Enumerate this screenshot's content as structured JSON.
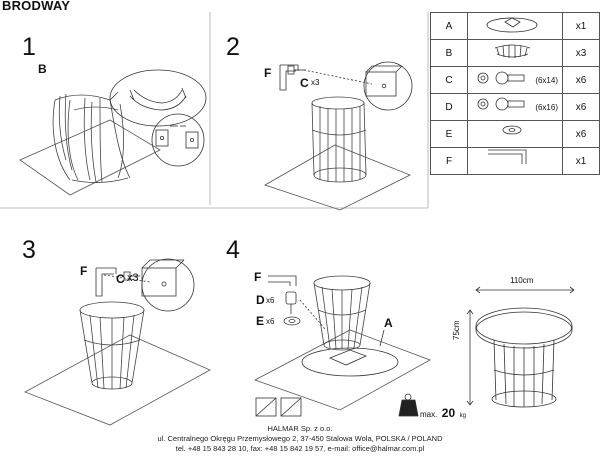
{
  "header": {
    "title": "BRODWAY"
  },
  "steps": [
    "1",
    "2",
    "3",
    "4"
  ],
  "step1": {
    "label_b": "B"
  },
  "step2": {
    "label_f": "F",
    "label_c": "C",
    "qty_c": "x3"
  },
  "step3": {
    "label_f": "F",
    "label_c": "C",
    "qty_c": "x3"
  },
  "step4": {
    "label_f": "F",
    "label_d": "D",
    "qty_d": "x6",
    "label_e": "E",
    "qty_e": "x6",
    "label_a": "A"
  },
  "parts": [
    {
      "key": "A",
      "size": "",
      "qty": "x1"
    },
    {
      "key": "B",
      "size": "",
      "qty": "x3"
    },
    {
      "key": "C",
      "size": "(6x14)",
      "qty": "x6"
    },
    {
      "key": "D",
      "size": "(6x16)",
      "qty": "x6"
    },
    {
      "key": "E",
      "size": "",
      "qty": "x6"
    },
    {
      "key": "F",
      "size": "",
      "qty": "x1"
    }
  ],
  "dimensions": {
    "diameter": "110cm",
    "height": "75cm"
  },
  "max_load": {
    "prefix": "max.",
    "value": "20",
    "unit": "kg"
  },
  "footer": {
    "company": "HALMAR Sp. z o.o.",
    "address": "ul. Centralnego Okręgu Przemysłowego 2, 37-450 Stalowa Wola, POLSKA / POLAND",
    "contact": "tel. +48 15 843 28 10, fax: +48 15 842 19 57, e-mail: office@halmar.com.pl"
  }
}
